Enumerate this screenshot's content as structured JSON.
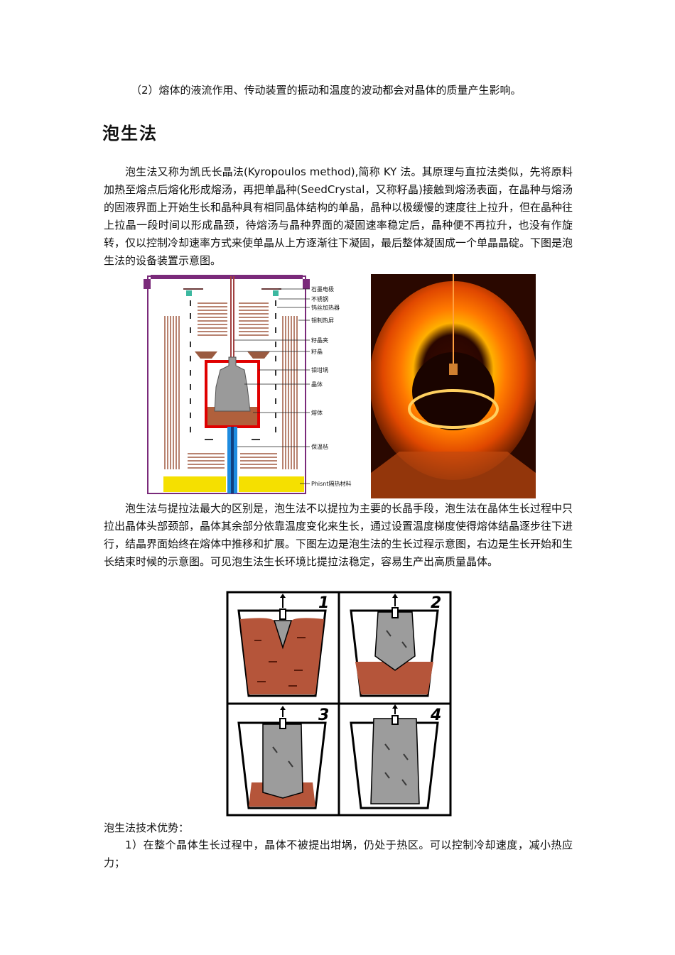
{
  "intro": "（2）熔体的液流作用、传动装置的振动和温度的波动都会对晶体的质量产生影响。",
  "heading": "泡生法",
  "paragraph1": "泡生法又称为凯氏长晶法(Kyropoulos method),简称 KY 法。其原理与直拉法类似，先将原料加热至熔点后熔化形成熔汤，再把单晶种(SeedCrystal，又称籽晶)接触到熔汤表面，在晶种与熔汤的固液界面上开始生长和晶种具有相同晶体结构的单晶，晶种以极缓慢的速度往上拉升，但在晶种往上拉晶一段时间以形成晶颈，待熔汤与晶种界面的凝固速率稳定后，晶种便不再拉升，也没有作旋转，仅以控制冷却速率方式来使单晶从上方逐渐往下凝固，最后整体凝固成一个单晶晶碇。下图是泡生法的设备装置示意图。",
  "figure1": {
    "labels": [
      "石墨电极",
      "不锈钢",
      "钨丝加热器",
      "钼制热屏",
      "籽晶夹",
      "籽晶",
      "钼坩埚",
      "晶体",
      "熔体",
      "保温毡",
      "Phisnt隔热材料"
    ],
    "colors": {
      "melt": "#b0603c",
      "crucible": "#e00000",
      "shaft": "#1e8ce0",
      "insulation": "#f5e000",
      "crystal": "#9a9a9a",
      "frame": "#7a2a7a"
    }
  },
  "figure2": {
    "colors": {
      "glow_outer": "#ff6a00",
      "glow_inner": "#ffb000",
      "background": "#2a0800"
    }
  },
  "paragraph2": "泡生法与提拉法最大的区别是，泡生法不以提拉为主要的长晶手段，泡生法在晶体生长过程中只拉出晶体头部颈部，晶体其余部分依靠温度变化来生长，通过设置温度梯度使得熔体结晶逐步往下进行，结晶界面始终在熔体中推移和扩展。下图左边是泡生法的生长过程示意图，右边是生长开始和生长结束时候的示意图。可见泡生法生长环境比提拉法稳定，容易生产出高质量晶体。",
  "figure3": {
    "panel_numbers": [
      "1",
      "2",
      "3",
      "4"
    ],
    "colors": {
      "melt": "#b5553a",
      "crystal": "#9c9c9c"
    }
  },
  "advantages_title": "泡生法技术优势：",
  "advantage_1": "1）在整个晶体生长过程中，晶体不被提出坩埚，仍处于热区。可以控制冷却速度，减小热应力；"
}
